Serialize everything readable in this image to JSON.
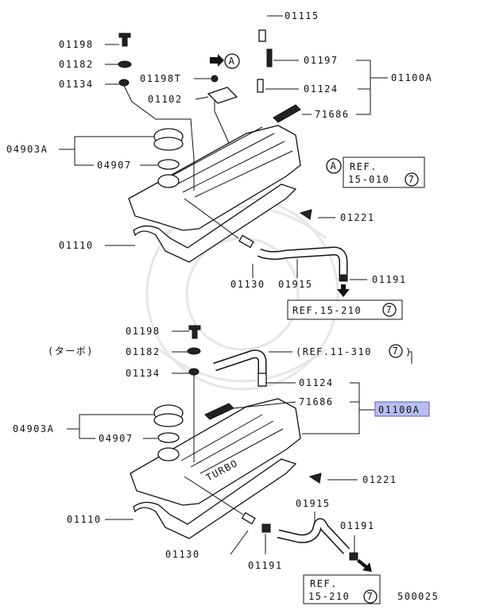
{
  "diagram_id": "500025",
  "labels": {
    "top_01115": "01115",
    "top_01198": "01198",
    "top_01182": "01182",
    "top_01198T": "01198T",
    "top_01197": "01197",
    "top_01134": "01134",
    "top_01124": "01124",
    "top_01100A": "01100A",
    "top_01102": "01102",
    "top_71686": "71686",
    "top_04903A": "04903A",
    "top_04907": "04907",
    "top_01221": "01221",
    "top_01110": "01110",
    "top_01130": "01130",
    "top_01915": "01915",
    "top_01191": "01191",
    "bot_01198": "01198",
    "bot_turbo_note": "(ターボ)",
    "bot_01182": "01182",
    "bot_ref_113": "(REF.11-310",
    "bot_ref_113_circle": "7",
    "bot_ref_113_close": ")",
    "bot_01134": "01134",
    "bot_01124": "01124",
    "bot_71686": "71686",
    "bot_01100A": "01100A",
    "bot_04903A": "04903A",
    "bot_04907": "04907",
    "bot_01221": "01221",
    "bot_01915": "01915",
    "bot_01110": "01110",
    "bot_01191_right": "01191",
    "bot_01130": "01130",
    "bot_01191_bottom": "01191"
  },
  "refs": {
    "callout_a_letter": "A",
    "ref_a_line1": "REF.",
    "ref_a_line2": "15-010",
    "ref_a_circle": "7",
    "ref_mid_text": "REF.15-210",
    "ref_mid_circle": "7",
    "ref_bot_line1": "REF.",
    "ref_bot_line2": "15-210",
    "ref_bot_circle": "7"
  },
  "engraving": "TURBO",
  "colors": {
    "highlight_fill": "#b9bdf0",
    "highlight_stroke": "#5b5fb8"
  }
}
